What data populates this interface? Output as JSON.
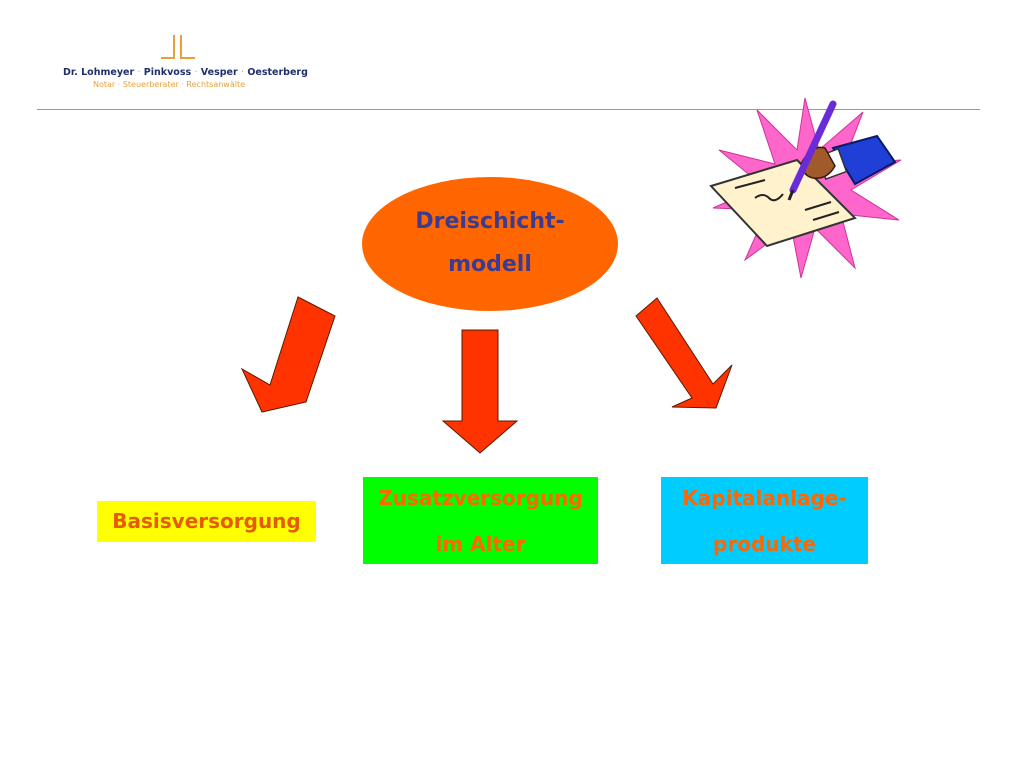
{
  "header": {
    "firm_names": [
      "Dr. Lohmeyer",
      "Pinkvoss",
      "Vesper",
      "Oesterberg"
    ],
    "firm_separator": "·",
    "firm_subtitle": "Notar · Steuerberater · Rechtsanwälte"
  },
  "diagram": {
    "center": {
      "line1": "Dreischicht-",
      "line2": "modell",
      "fill": "#ff6600",
      "text_color": "#3b3b8f"
    },
    "arrow_color": "#ff3300",
    "boxes": [
      {
        "line1": "Basisversorgung",
        "fill": "#ffff00",
        "text_color": "#e85a00"
      },
      {
        "line1": "Zusatzversorgung",
        "line2": "im Alter",
        "fill": "#00ff00",
        "text_color": "#ff6600"
      },
      {
        "line1": "Kapitalanlage-",
        "line2": "produkte",
        "fill": "#00ccff",
        "text_color": "#ff6600"
      }
    ]
  },
  "clipart": {
    "icon": "signing-contract-icon"
  }
}
